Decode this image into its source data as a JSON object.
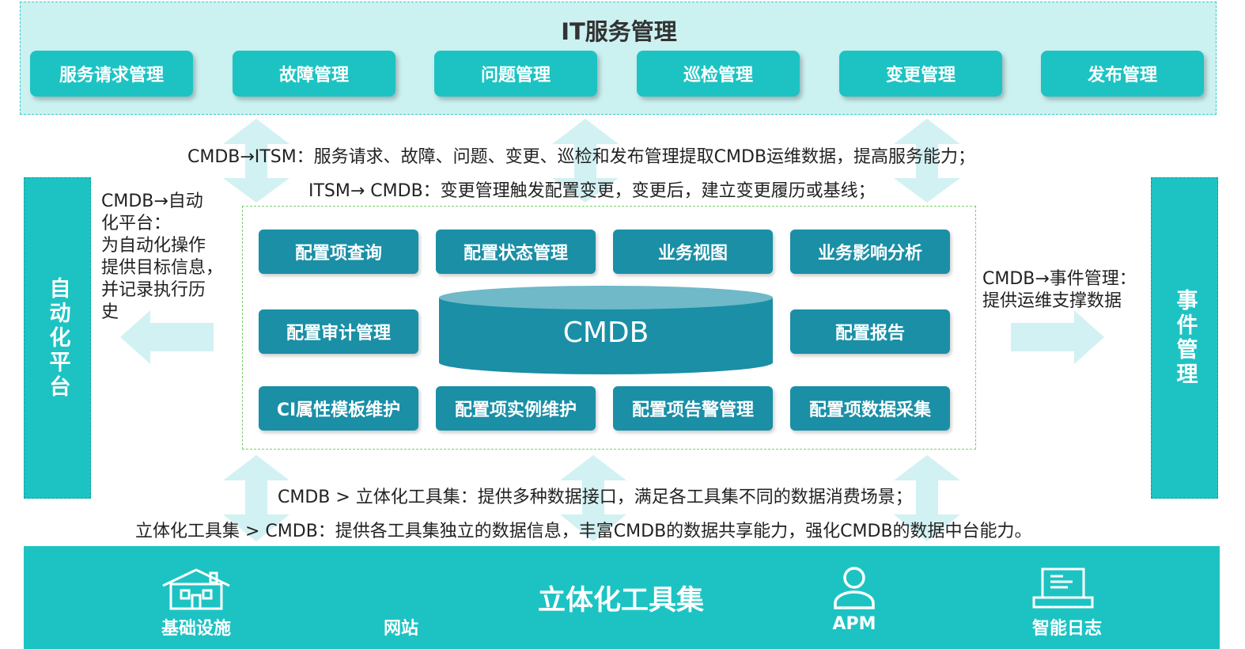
{
  "itsm": {
    "title": "IT服务管理",
    "modules": [
      "服务请求管理",
      "故障管理",
      "问题管理",
      "巡检管理",
      "变更管理",
      "发布管理"
    ]
  },
  "captions": {
    "cmdb_to_itsm": "CMDB→ITSM：服务请求、故障、问题、变更、巡检和发布管理提取CMDB运维数据，提高服务能力；",
    "itsm_to_cmdb": "ITSM→ CMDB：变更管理触发配置变更，变更后，建立变更履历或基线；",
    "cmdb_to_tools": "CMDB > 立体化工具集：提供多种数据接口，满足各工具集不同的数据消费场景；",
    "tools_to_cmdb": "立体化工具集 > CMDB：提供各工具集独立的数据信息，丰富CMDB的数据共享能力，强化CMDB的数据中台能力。"
  },
  "left": {
    "bar_label": "自动化平台",
    "desc_lines": [
      "CMDB→自动",
      "化平台：",
      "为自动化操作",
      "提供目标信息，",
      "并记录执行历",
      "史"
    ]
  },
  "right": {
    "bar_label": "事件管理",
    "desc_lines": [
      "CMDB→事件管理：",
      "提供运维支撑数据"
    ]
  },
  "core": {
    "center_label": "CMDB",
    "row1": [
      "配置项查询",
      "配置状态管理",
      "业务视图",
      "业务影响分析"
    ],
    "row2_left": "配置审计管理",
    "row2_right": "配置报告",
    "row3": [
      "CI属性模板维护",
      "配置项实例维护",
      "配置项告警管理",
      "配置项数据采集"
    ]
  },
  "toolset": {
    "title": "立体化工具集",
    "items": [
      {
        "label": "基础设施",
        "icon": "house-icon"
      },
      {
        "label": "网站",
        "icon": ""
      },
      {
        "label": "APM",
        "icon": "user-icon"
      },
      {
        "label": "智能日志",
        "icon": "computer-icon"
      }
    ]
  },
  "colors": {
    "teal": "#1dc3c3",
    "light_teal": "#ccf1f1",
    "core_blue": "#1a8fa6",
    "arrow": "#d2f1f2"
  }
}
